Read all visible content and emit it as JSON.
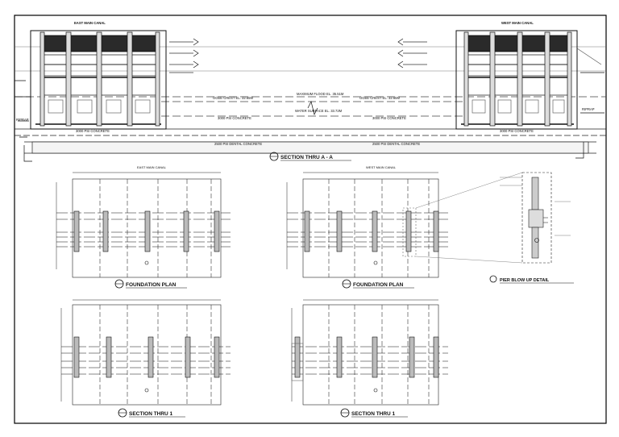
{
  "section_aa": {
    "left_title": "EAST MAIN CANAL",
    "right_title": "WEST MAIN CANAL",
    "max_flood": "MAXIMUM FLOOD EL. 35.51M",
    "water_surface": "WATER SURFACE EL. 33.72M",
    "crest_left": "OGEE CREST EL. 32.65M",
    "crest_right": "OGEE CREST EL. 32.65M",
    "concrete_left": "3000 PSI CONCRETE",
    "concrete_right": "3000 PSI CONCRETE",
    "dental_left": "2500 PSI DENTAL CONCRETE",
    "dental_right": "2500 PSI DENTAL CONCRETE",
    "base_left": "3000 PSI CONCRETE",
    "base_right": "3000 PSI CONCRETE",
    "riprap_left": "RIPRAP",
    "riprap_right": "RIPRAP",
    "caption": "SECTION THRU A - A"
  },
  "plans": {
    "fp_left_title": "EAST MAIN CANAL",
    "fp_right_title": "WEST MAIN CANAL",
    "fp_left_caption": "FOUNDATION PLAN",
    "fp_right_caption": "FOUNDATION PLAN",
    "sec_left_caption": "SECTION THRU 1",
    "sec_right_caption": "SECTION THRU 1",
    "detail_caption": "PIER BLOW UP DETAIL"
  }
}
